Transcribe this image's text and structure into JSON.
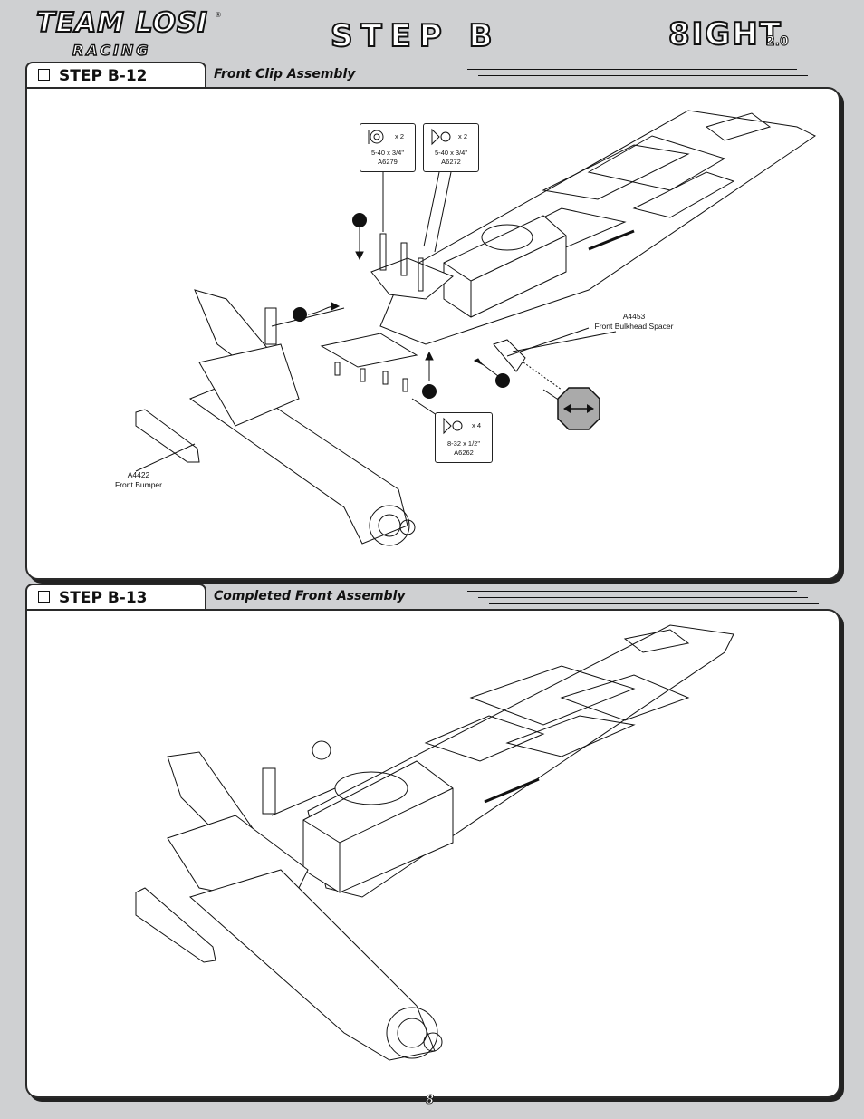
{
  "header": {
    "brand_top": "TEAM LOSI",
    "brand_bottom": "RACING",
    "registered": "®",
    "step_title": "STEP B",
    "product": "8IGHT",
    "product_version": "2.0"
  },
  "steps": [
    {
      "label": "STEP B-12",
      "subtitle": "Front Clip Assembly",
      "callouts": [
        {
          "qty": "x 2",
          "size": "5-40 x 3/4\"",
          "part": "A6279"
        },
        {
          "qty": "x 2",
          "size": "5-40 x 3/4\"",
          "part": "A6272"
        },
        {
          "qty": "x 4",
          "size": "8-32 x 1/2\"",
          "part": "A6262"
        }
      ],
      "parts": [
        {
          "part_no": "A4453",
          "name": "Front Bulkhead Spacer"
        },
        {
          "part_no": "A4422",
          "name": "Front Bumper"
        }
      ]
    },
    {
      "label": "STEP B-13",
      "subtitle": "Completed Front Assembly"
    }
  ],
  "footer": {
    "page_number": "8"
  },
  "icons": [
    "tool-wrench-icon",
    "reference-dot-icon",
    "adjust-symbol-icon"
  ],
  "colors": {
    "background": "#cfd0d2",
    "panel": "#ffffff",
    "ink": "#111111"
  }
}
